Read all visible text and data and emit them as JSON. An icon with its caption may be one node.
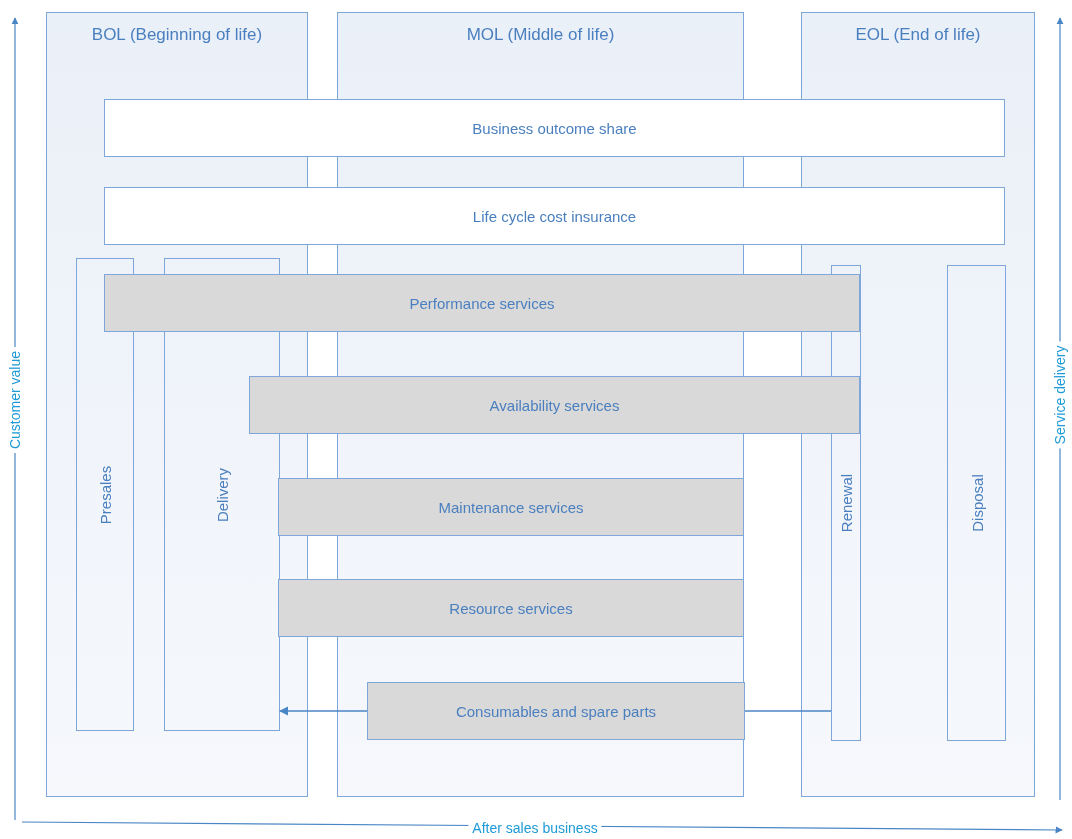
{
  "diagram": {
    "nodes": [
      {
        "text": [
          "BOL (Beginning of life)"
        ]
      },
      {
        "text": [
          "MOL (Middle of life)"
        ]
      },
      {
        "text": [
          "EOL (End of life)"
        ]
      },
      {
        "text": [
          "Business outcome share"
        ]
      },
      {
        "text": [
          "Life cycle cost insurance"
        ]
      },
      {
        "text": [
          "Presales"
        ],
        "in": 0
      },
      {
        "text": [
          "Delivery"
        ],
        "in": 0
      },
      {
        "text": [
          "Performance services"
        ]
      },
      {
        "text": [
          "Renewal"
        ],
        "in": 2
      },
      {
        "text": [
          "Disposal"
        ],
        "in": 2
      },
      {
        "text": [
          "Availability services"
        ]
      },
      {
        "text": [
          "Maintenance services"
        ]
      },
      {
        "text": [
          "Resource services"
        ]
      },
      {
        "text": [
          "Consumables and spare parts"
        ],
        "in": 1
      }
    ],
    "edges": [
      {
        "from": 13,
        "to": 6,
        "arrow": "to"
      },
      {
        "from": 13,
        "to": 8,
        "arrow": "none"
      }
    ],
    "labels": [
      "Customer value",
      "Service delivery",
      "After sales business"
    ]
  }
}
